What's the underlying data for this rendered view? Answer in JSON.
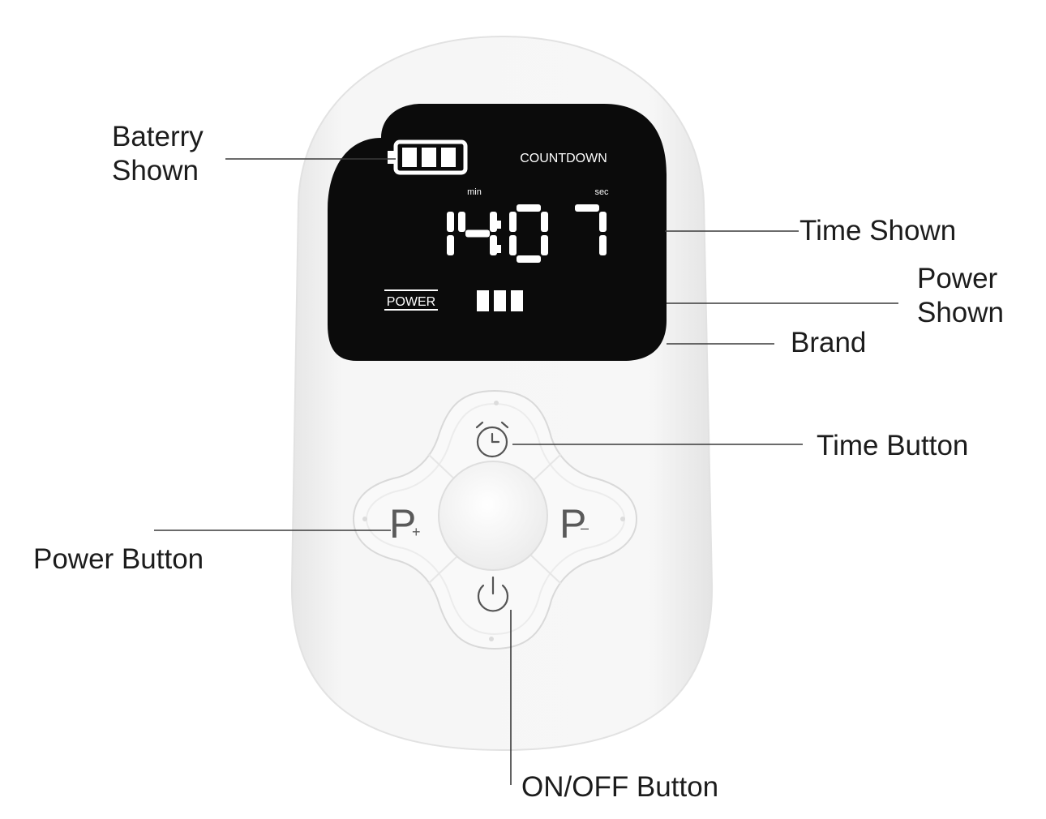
{
  "callouts": {
    "battery_line1": "Baterry",
    "battery_line2": "Shown",
    "time_shown": "Time Shown",
    "power_line1": "Power",
    "power_line2": "Shown",
    "brand": "Brand",
    "time_button": "Time Button",
    "power_button": "Power Button",
    "onoff_button": "ON/OFF Button"
  },
  "display": {
    "mode": "COUNTDOWN",
    "min_label": "min",
    "sec_label": "sec",
    "time": "14:07",
    "power_label": "POWER",
    "power_level_bars": 3,
    "battery_level_bars": 3
  },
  "buttons": {
    "power_plus": "P",
    "power_plus_sub": "+",
    "power_minus": "P",
    "power_minus_sub": "–"
  },
  "colors": {
    "device_body": "#f4f4f4",
    "screen": "#0b0b0b",
    "lcd_segment": "#ffffff",
    "label_text": "#1c1c1c",
    "leader_line": "#3a3a3a"
  }
}
